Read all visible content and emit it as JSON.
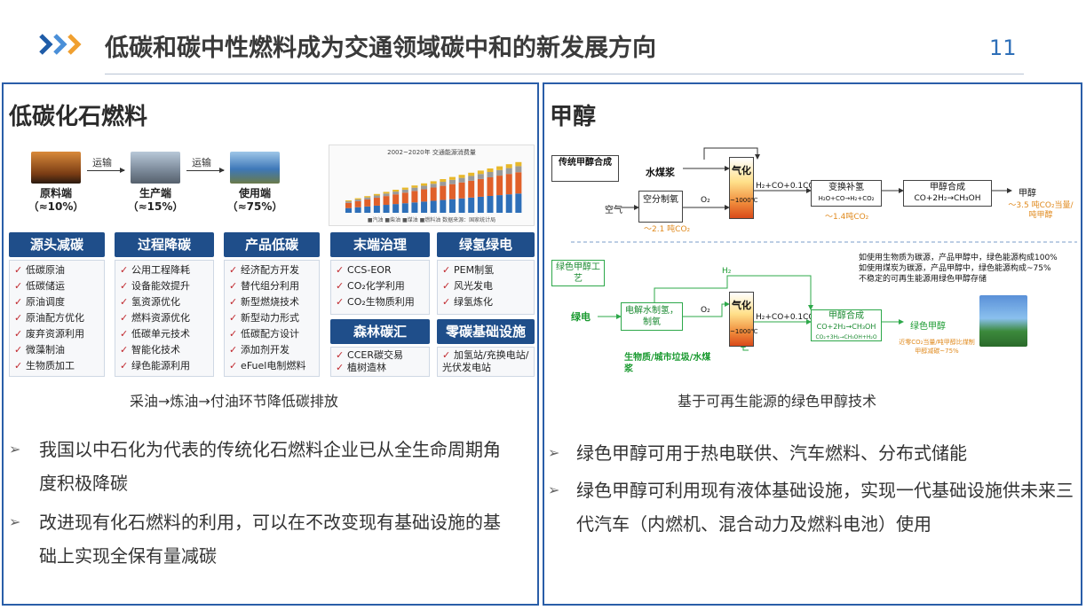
{
  "header": {
    "title": "低碳和碳中性燃料成为交通领域碳中和的新发展方向",
    "page_number": "11",
    "chevron_colors": [
      "#f0a030",
      "#1f5ca8",
      "#4a8fd8"
    ]
  },
  "left": {
    "title": "低碳化石燃料",
    "processes": [
      {
        "name": "原料端",
        "pct": "（≈10%）"
      },
      {
        "name": "生产端",
        "pct": "（≈15%）"
      },
      {
        "name": "使用端",
        "pct": "（≈75%）"
      }
    ],
    "transport_label_1": "运输",
    "transport_label_2": "运输",
    "chart": {
      "title": "2002~2020年 交通能源消费量",
      "legend": "■汽油 ■柴油 ■煤油 ■燃料油   数据来源：国家统计局"
    },
    "categories": [
      {
        "title": "源头减碳",
        "items": [
          "低碳原油",
          "低碳储运",
          "原油调度",
          "原油配方优化",
          "废弃资源利用",
          "微藻制油",
          "生物质加工"
        ]
      },
      {
        "title": "过程降碳",
        "items": [
          "公用工程降耗",
          "设备能效提升",
          "氢资源优化",
          "燃料资源优化",
          "低碳单元技术",
          "智能化技术",
          "绿色能源利用"
        ]
      },
      {
        "title": "产品低碳",
        "items": [
          "经济配方开发",
          "替代组分利用",
          "新型燃烧技术",
          "新型动力形式",
          "低碳配方设计",
          "添加剂开发",
          "eFuel电制燃料"
        ]
      },
      {
        "title": "末端治理",
        "items": [
          "CCS-EOR",
          "CO₂化学利用",
          "CO₂生物质利用"
        ]
      },
      {
        "title": "绿氢绿电",
        "items": [
          "PEM制氢",
          "风光发电",
          "绿氢炼化"
        ]
      },
      {
        "title": "森林碳汇",
        "items": [
          "CCER碳交易",
          "植树造林"
        ]
      },
      {
        "title": "零碳基础设施",
        "items": [
          "加氢站/充换电站/光伏发电站"
        ]
      }
    ],
    "caption": "采油→炼油→付油环节降低碳排放",
    "bullets": [
      "我国以中石化为代表的传统化石燃料企业已从全生命周期角度积极降碳",
      "改进现有化石燃料的利用，可以在不改变现有基础设施的基础上实现全保有量减碳"
    ]
  },
  "right": {
    "title": "甲醇",
    "traditional": {
      "label": "传统甲醇合成",
      "coal": "水煤浆",
      "air": "空气",
      "asu": "空分制氧",
      "o2": "O₂",
      "gasify": "气化",
      "temp": "~1000℃",
      "syngas": "H₂+CO+0.1CO₂",
      "shift": "变换补氢",
      "shift_eq": "H₂O+CO→H₂+CO₂",
      "synth": "甲醇合成",
      "synth_eq": "CO+2H₂→CH₃OH",
      "product": "甲醇",
      "e1": "～2.1 吨CO₂",
      "e2": "～1.4吨CO₂",
      "e3": "～3.5 吨CO₂当量/吨甲醇"
    },
    "green": {
      "label": "绿色甲醇工艺",
      "power": "绿电",
      "electrolysis": "电解水制氢，制氧",
      "h2": "H₂",
      "o2": "O₂",
      "gasify": "气化",
      "temp": "~1000℃",
      "syngas": "H₂+CO+0.1CO₂",
      "synth": "甲醇合成",
      "synth_eq": "CO+2H₂→CH₃OH",
      "synth_eq2": "CO₂+3H₂→CH₃OH+H₂O",
      "product": "绿色甲醇",
      "feed": "生物质/城市垃圾/水煤浆",
      "note": "近零CO₂当量/吨甲醇比煤制甲醇减碳~75%",
      "notes": [
        "如使用生物质为碳源，产品甲醇中，绿色能源构成100%",
        "如使用煤炭为碳源，产品甲醇中，绿色能源构成~75%",
        "不稳定的可再生能源用绿色甲醇存储"
      ]
    },
    "caption": "基于可再生能源的绿色甲醇技术",
    "bullets": [
      "绿色甲醇可用于热电联供、汽车燃料、分布式储能",
      "绿色甲醇可利用现有液体基础设施，实现一代基础设施供未来三代汽车（内燃机、混合动力及燃料电池）使用"
    ]
  }
}
